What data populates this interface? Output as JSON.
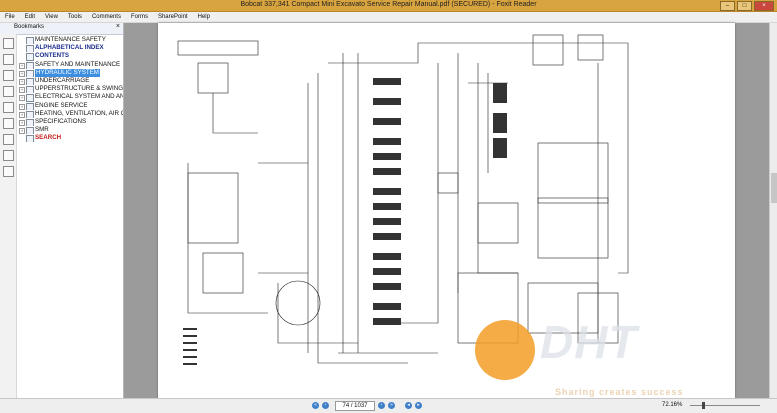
{
  "window": {
    "title": "Bobcat 337,341 Compact Mini Excavato Service Repair Manual.pdf (SECURED) - Foxit Reader"
  },
  "menu": [
    "File",
    "Edit",
    "View",
    "Tools",
    "Comments",
    "Forms",
    "SharePoint",
    "Help"
  ],
  "sidebar": {
    "title": "Bookmarks",
    "items": [
      {
        "label": "MAINTENANCE SAFETY",
        "style": "normal",
        "expand": ""
      },
      {
        "label": "ALPHABETICAL INDEX",
        "style": "blue",
        "expand": ""
      },
      {
        "label": "CONTENTS",
        "style": "blue",
        "expand": ""
      },
      {
        "label": "SAFETY AND MAINTENANCE",
        "style": "normal",
        "expand": "+"
      },
      {
        "label": "HYDRAULIC SYSTEM",
        "style": "sel",
        "expand": "+"
      },
      {
        "label": "UNDERCARRIAGE",
        "style": "normal",
        "expand": "+"
      },
      {
        "label": "UPPERSTRUCTURE & SWING SE",
        "style": "normal",
        "expand": "+"
      },
      {
        "label": "ELECTRICAL SYSTEM AND ANA",
        "style": "normal",
        "expand": "+"
      },
      {
        "label": "ENGINE SERVICE",
        "style": "normal",
        "expand": "+"
      },
      {
        "label": "HEATING, VENTILATION, AIR C",
        "style": "normal",
        "expand": "+"
      },
      {
        "label": "SPECIFICATIONS",
        "style": "normal",
        "expand": "+"
      },
      {
        "label": "SMR",
        "style": "normal",
        "expand": "+"
      },
      {
        "label": "SEARCH",
        "style": "red",
        "expand": ""
      }
    ]
  },
  "statusbar": {
    "page": "74 / 1037",
    "zoom": "72.16%"
  },
  "watermark": {
    "brand": "DHT",
    "tagline": "Sharing creates success"
  },
  "colors": {
    "titlebar": "#d8a43f",
    "selection": "#3c8fe0",
    "link_blue": "#1a2d8f",
    "search_red": "#c41a1a"
  }
}
